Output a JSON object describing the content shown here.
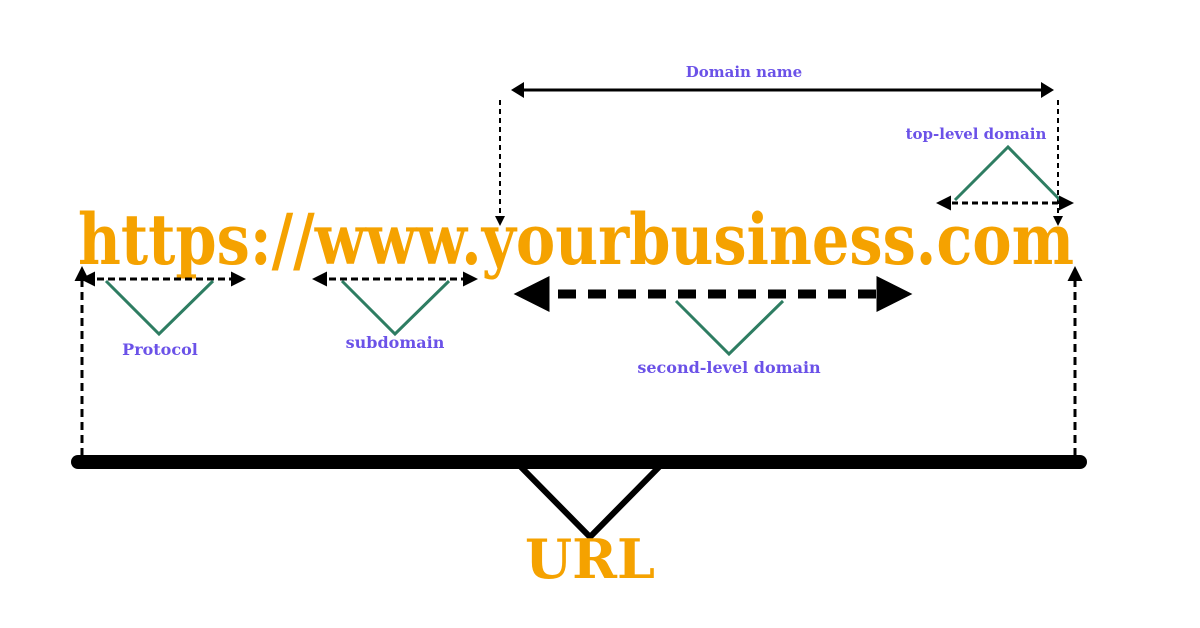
{
  "colors": {
    "url_text": "#f5a200",
    "label_text": "#6b52e8",
    "bracket": "#2e7d62",
    "line": "#000000",
    "background": "#ffffff"
  },
  "url": "https://www.yourbusiness.com",
  "big_label": "URL",
  "labels": {
    "domain_name": "Domain name",
    "top_level_domain": "top-level domain",
    "protocol": "Protocol",
    "subdomain": "subdomain",
    "second_level_domain": "second-level domain"
  }
}
